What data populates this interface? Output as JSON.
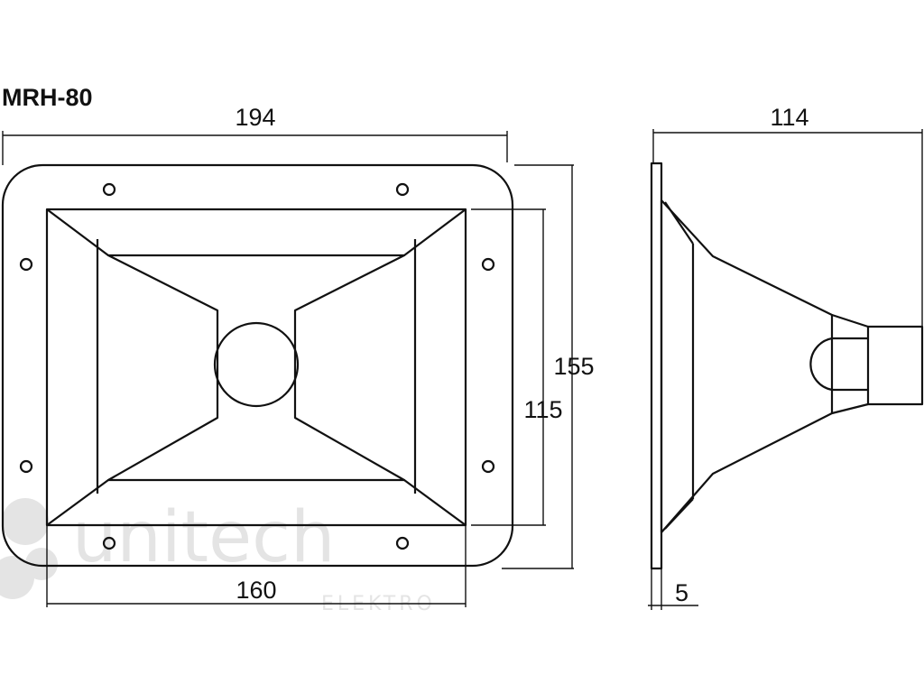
{
  "title": "MRH-80",
  "front_view": {
    "overall_width": "194",
    "overall_height": "155",
    "horn_mouth_width": "160",
    "horn_mouth_height": "115"
  },
  "side_view": {
    "depth": "114",
    "flange_thickness": "5"
  },
  "watermark": {
    "brand": "unitech",
    "sub": "ELEKTRO"
  },
  "colors": {
    "line": "#111111",
    "watermark": "#e4e4e4",
    "background": "#ffffff"
  }
}
